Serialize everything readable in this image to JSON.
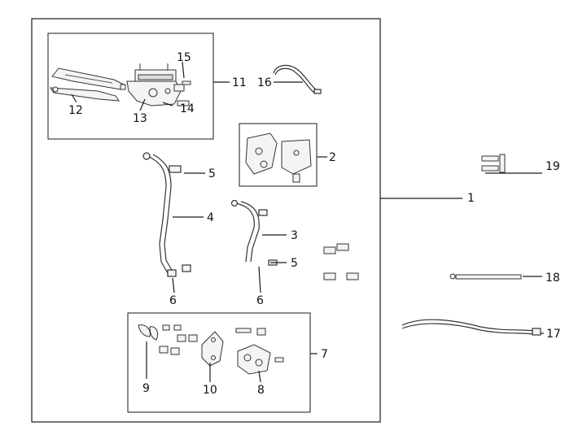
{
  "diagram": {
    "callouts": {
      "c1": "1",
      "c2": "2",
      "c3": "3",
      "c4": "4",
      "c5a": "5",
      "c5b": "5",
      "c6a": "6",
      "c6b": "6",
      "c7": "7",
      "c8": "8",
      "c9": "9",
      "c10": "10",
      "c11": "11",
      "c12": "12",
      "c13": "13",
      "c14": "14",
      "c15": "15",
      "c16": "16",
      "c17": "17",
      "c18": "18",
      "c19": "19"
    },
    "colors": {
      "line": "#1a1a1a",
      "part_fill": "#f4f4f4",
      "part_stroke": "#333333"
    }
  }
}
